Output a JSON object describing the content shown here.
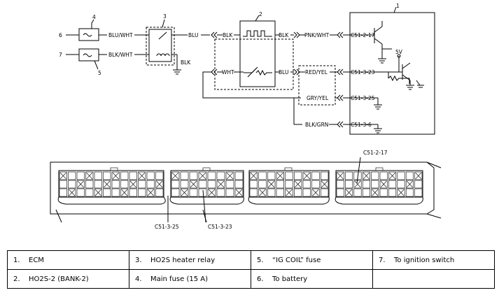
{
  "diagram": {
    "callouts": [
      "1",
      "2",
      "3",
      "4",
      "5",
      "6",
      "7"
    ],
    "wires": {
      "blu_wht": "BLU/WHT",
      "blk_wht": "BLK/WHT",
      "blu_out": "BLU",
      "blk_ground": "BLK",
      "blk_in": "BLK",
      "blk_out": "BLK",
      "pnk_wht": "PNK/WHT",
      "wht": "WHT",
      "blu_sensor": "BLU",
      "red_yel": "RED/YEL",
      "gry_yel": "GRY/YEL",
      "blk_grn": "BLK/GRN"
    },
    "terminals": [
      "C51-2-17",
      "C51-3-23",
      "C51-3-25",
      "C51-3-6"
    ],
    "voltage": "5V",
    "connector_labels": {
      "top": "C51-2-17",
      "bottom_left": "C51-3-25",
      "bottom_right": "C51-3-23"
    }
  },
  "legend": [
    [
      {
        "num": "1.",
        "text": "ECM"
      },
      {
        "num": "3.",
        "text": "HO2S heater relay"
      },
      {
        "num": "5.",
        "text": "“IG COIL” fuse"
      },
      {
        "num": "7.",
        "text": "To ignition switch"
      }
    ],
    [
      {
        "num": "2.",
        "text": "HO2S-2 (BANK-2)"
      },
      {
        "num": "4.",
        "text": "Main fuse (15 A)"
      },
      {
        "num": "6.",
        "text": "To battery"
      },
      {
        "num": "",
        "text": ""
      }
    ]
  ]
}
